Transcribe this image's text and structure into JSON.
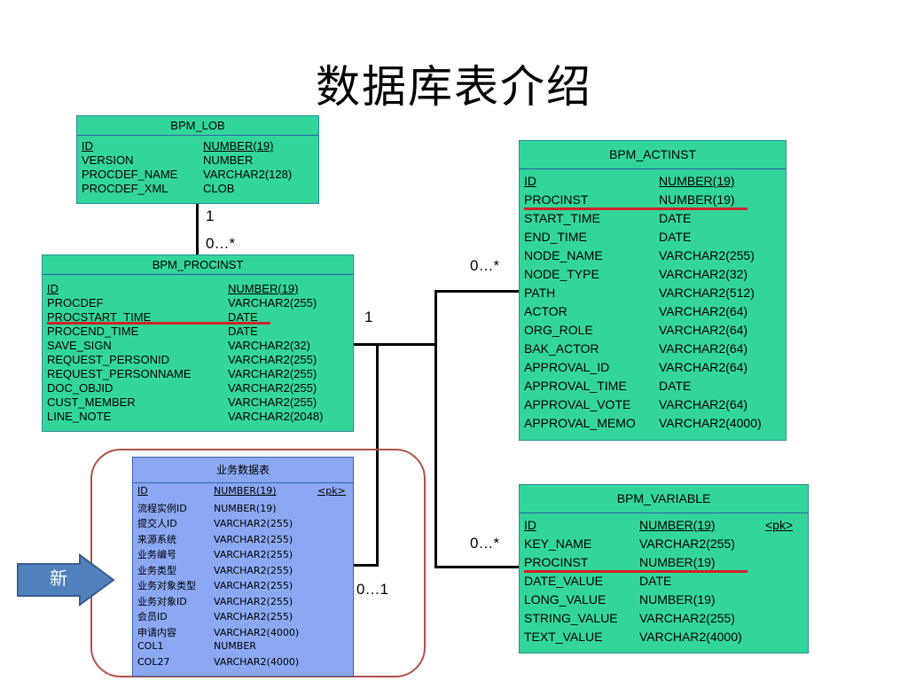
{
  "title": "数据库表介绍",
  "tables": {
    "bpm_lob": {
      "name": "BPM_LOB",
      "rows": [
        {
          "col": "ID",
          "type": "NUMBER(19)",
          "pk": true
        },
        {
          "col": "VERSION",
          "type": "NUMBER"
        },
        {
          "col": "PROCDEF_NAME",
          "type": "VARCHAR2(128)"
        },
        {
          "col": "PROCDEF_XML",
          "type": "CLOB"
        }
      ]
    },
    "bpm_procinst": {
      "name": "BPM_PROCINST",
      "rows": [
        {
          "col": "ID",
          "type": "NUMBER(19)",
          "pk": true
        },
        {
          "col": "PROCDEF",
          "type": "VARCHAR2(255)"
        },
        {
          "col": "PROCSTART_TIME",
          "type": "DATE",
          "highlight": true
        },
        {
          "col": "PROCEND_TIME",
          "type": "DATE"
        },
        {
          "col": "SAVE_SIGN",
          "type": "VARCHAR2(32)"
        },
        {
          "col": "REQUEST_PERSONID",
          "type": "VARCHAR2(255)"
        },
        {
          "col": "REQUEST_PERSONNAME",
          "type": "VARCHAR2(255)"
        },
        {
          "col": "DOC_OBJID",
          "type": "VARCHAR2(255)"
        },
        {
          "col": "CUST_MEMBER",
          "type": "VARCHAR2(255)"
        },
        {
          "col": "LINE_NOTE",
          "type": "VARCHAR2(2048)"
        }
      ]
    },
    "bpm_actinst": {
      "name": "BPM_ACTINST",
      "rows": [
        {
          "col": "ID",
          "type": "NUMBER(19)",
          "pk": true
        },
        {
          "col": "PROCINST",
          "type": "NUMBER(19)",
          "highlight": true
        },
        {
          "col": "START_TIME",
          "type": "DATE"
        },
        {
          "col": "END_TIME",
          "type": "DATE"
        },
        {
          "col": "NODE_NAME",
          "type": "VARCHAR2(255)"
        },
        {
          "col": "NODE_TYPE",
          "type": "VARCHAR2(32)"
        },
        {
          "col": "PATH",
          "type": "VARCHAR2(512)"
        },
        {
          "col": "ACTOR",
          "type": "VARCHAR2(64)"
        },
        {
          "col": "ORG_ROLE",
          "type": "VARCHAR2(64)"
        },
        {
          "col": "BAK_ACTOR",
          "type": "VARCHAR2(64)"
        },
        {
          "col": "APPROVAL_ID",
          "type": "VARCHAR2(64)"
        },
        {
          "col": "APPROVAL_TIME",
          "type": "DATE"
        },
        {
          "col": "APPROVAL_VOTE",
          "type": "VARCHAR2(64)"
        },
        {
          "col": "APPROVAL_MEMO",
          "type": "VARCHAR2(4000)"
        }
      ]
    },
    "bpm_variable": {
      "name": "BPM_VARIABLE",
      "pk_tag": "<pk>",
      "rows": [
        {
          "col": "ID",
          "type": "NUMBER(19)",
          "pk": true
        },
        {
          "col": "KEY_NAME",
          "type": "VARCHAR2(255)"
        },
        {
          "col": "PROCINST",
          "type": "NUMBER(19)",
          "highlight": true
        },
        {
          "col": "DATE_VALUE",
          "type": "DATE"
        },
        {
          "col": "LONG_VALUE",
          "type": "NUMBER(19)"
        },
        {
          "col": "STRING_VALUE",
          "type": "VARCHAR2(255)"
        },
        {
          "col": "TEXT_VALUE",
          "type": "VARCHAR2(4000)"
        }
      ]
    },
    "business": {
      "name": "业务数据表",
      "pk_tag": "<pk>",
      "rows": [
        {
          "col": "ID",
          "type": "NUMBER(19)",
          "pk": true
        },
        {
          "col": "流程实例ID",
          "type": "NUMBER(19)"
        },
        {
          "col": "提交人ID",
          "type": "VARCHAR2(255)"
        },
        {
          "col": "来源系统",
          "type": "VARCHAR2(255)"
        },
        {
          "col": "业务编号",
          "type": "VARCHAR2(255)"
        },
        {
          "col": "业务类型",
          "type": "VARCHAR2(255)"
        },
        {
          "col": "业务对象类型",
          "type": "VARCHAR2(255)"
        },
        {
          "col": "业务对象ID",
          "type": "VARCHAR2(255)"
        },
        {
          "col": "会员ID",
          "type": "VARCHAR2(255)"
        },
        {
          "col": "申请内容",
          "type": "VARCHAR2(4000)"
        },
        {
          "col": "COL1",
          "type": "NUMBER"
        },
        {
          "col": "COL27",
          "type": "VARCHAR2(4000)"
        }
      ]
    }
  },
  "labels": {
    "lob_one": "1",
    "lob_many": "0…*",
    "procinst_one": "1",
    "actinst_many": "0…*",
    "variable_many": "0…*",
    "business_card": "0…1"
  },
  "arrow": {
    "text": "新",
    "color": "#4f81bd"
  }
}
